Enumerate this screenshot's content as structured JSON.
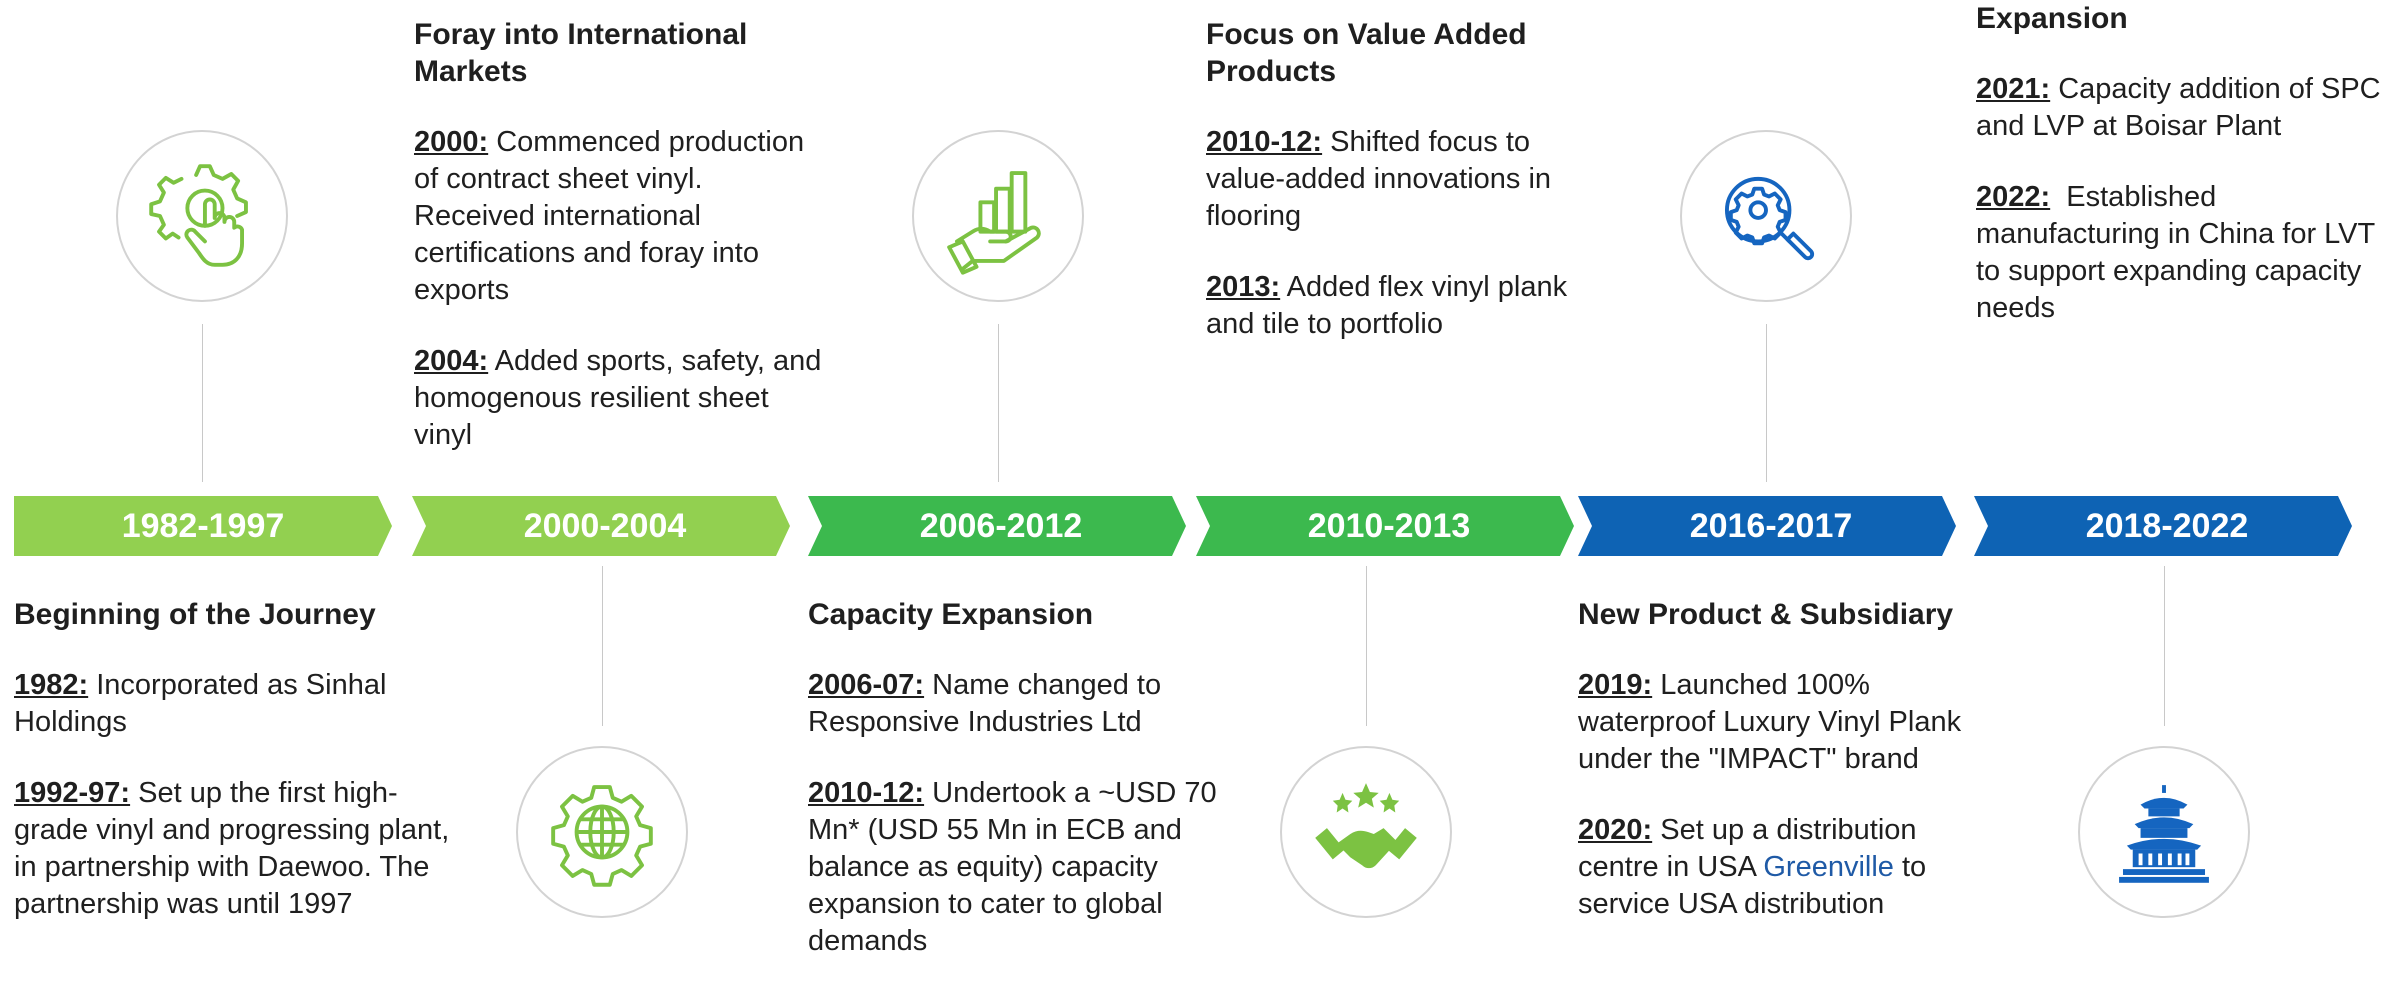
{
  "colors": {
    "light_green": "#92D050",
    "green": "#3CB94E",
    "blue": "#0E63B4",
    "icon_green": "#7CC242",
    "icon_blue": "#1565C0",
    "connector": "#C8C8C8"
  },
  "periods": [
    {
      "label": "1982-1997"
    },
    {
      "label": "2000-2004"
    },
    {
      "label": "2006-2012"
    },
    {
      "label": "2010-2013"
    },
    {
      "label": "2016-2017"
    },
    {
      "label": "2018-2022"
    }
  ],
  "icons": {
    "p1": "gear-hand-icon",
    "p2": "globe-gear-icon",
    "p3": "growth-hand-icon",
    "p4": "handshake-stars-icon",
    "p5": "gear-search-icon",
    "p6": "temple-icon"
  },
  "blocks": {
    "b1": {
      "title": "Beginning of the Journey",
      "items": [
        {
          "year": "1982:",
          "text": " Incorporated as Sinhal Holdings"
        },
        {
          "year": "1992-97:",
          "text": " Set up the first high-grade vinyl and progressing plant, in partnership with Daewoo. The partnership was until 1997"
        }
      ]
    },
    "b2": {
      "title": "Foray into International Markets",
      "items": [
        {
          "year": "2000:",
          "text": " Commenced production of contract sheet vinyl. Received international certifications and foray into exports"
        },
        {
          "year": "2004:",
          "text": " Added sports, safety, and homogenous resilient sheet vinyl"
        }
      ]
    },
    "b3": {
      "title": "Capacity Expansion",
      "items": [
        {
          "year": "2006-07:",
          "text": " Name changed to Responsive Industries Ltd"
        },
        {
          "year": "2010-12:",
          "text": " Undertook a ~USD 70 Mn* (USD 55 Mn in ECB and balance as equity) capacity expansion to cater to global demands"
        }
      ]
    },
    "b4": {
      "title": "Focus on Value Added Products",
      "items": [
        {
          "year": "2010-12:",
          "text": " Shifted focus to value-added innovations in flooring"
        },
        {
          "year": "2013:",
          "text": " Added flex vinyl plank and tile to portfolio"
        }
      ]
    },
    "b5": {
      "title": "New Product & Subsidiary",
      "items": [
        {
          "year": "2019:",
          "text": " Launched 100% waterproof Luxury Vinyl Plank under the \"IMPACT\" brand"
        },
        {
          "year": "2020:",
          "text_a": " Set up a distribution centre in USA ",
          "link": "Greenville",
          "text_b": " to service USA distribution"
        }
      ]
    },
    "b6": {
      "title": "Expansion",
      "items": [
        {
          "year": "2021:",
          "text": " Capacity addition of SPC and LVP at Boisar Plant"
        },
        {
          "year": "2022:",
          "text": "  Established manufacturing in China for LVT to support expanding capacity needs"
        }
      ]
    }
  }
}
